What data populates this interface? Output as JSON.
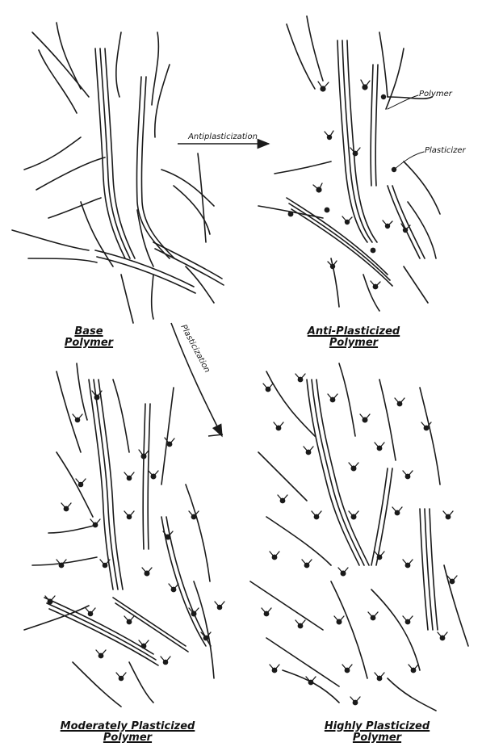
{
  "arrows": {
    "antiplasticization": "Antiplasticization",
    "plasticization": "Plasticization"
  },
  "callouts": {
    "polymer": "Polymer",
    "plasticizer": "Plasticizer"
  },
  "panels": {
    "base": {
      "line1": "Base",
      "line2": "Polymer"
    },
    "anti": {
      "line1": "Anti-Plasticized",
      "line2": "Polymer"
    },
    "moderate": {
      "line1": "Moderately Plasticized",
      "line2": "Polymer"
    },
    "high": {
      "line1": "Highly Plasticized",
      "line2": "Polymer"
    }
  },
  "colors": {
    "ink": "#1a1a1a",
    "background": "#ffffff"
  }
}
